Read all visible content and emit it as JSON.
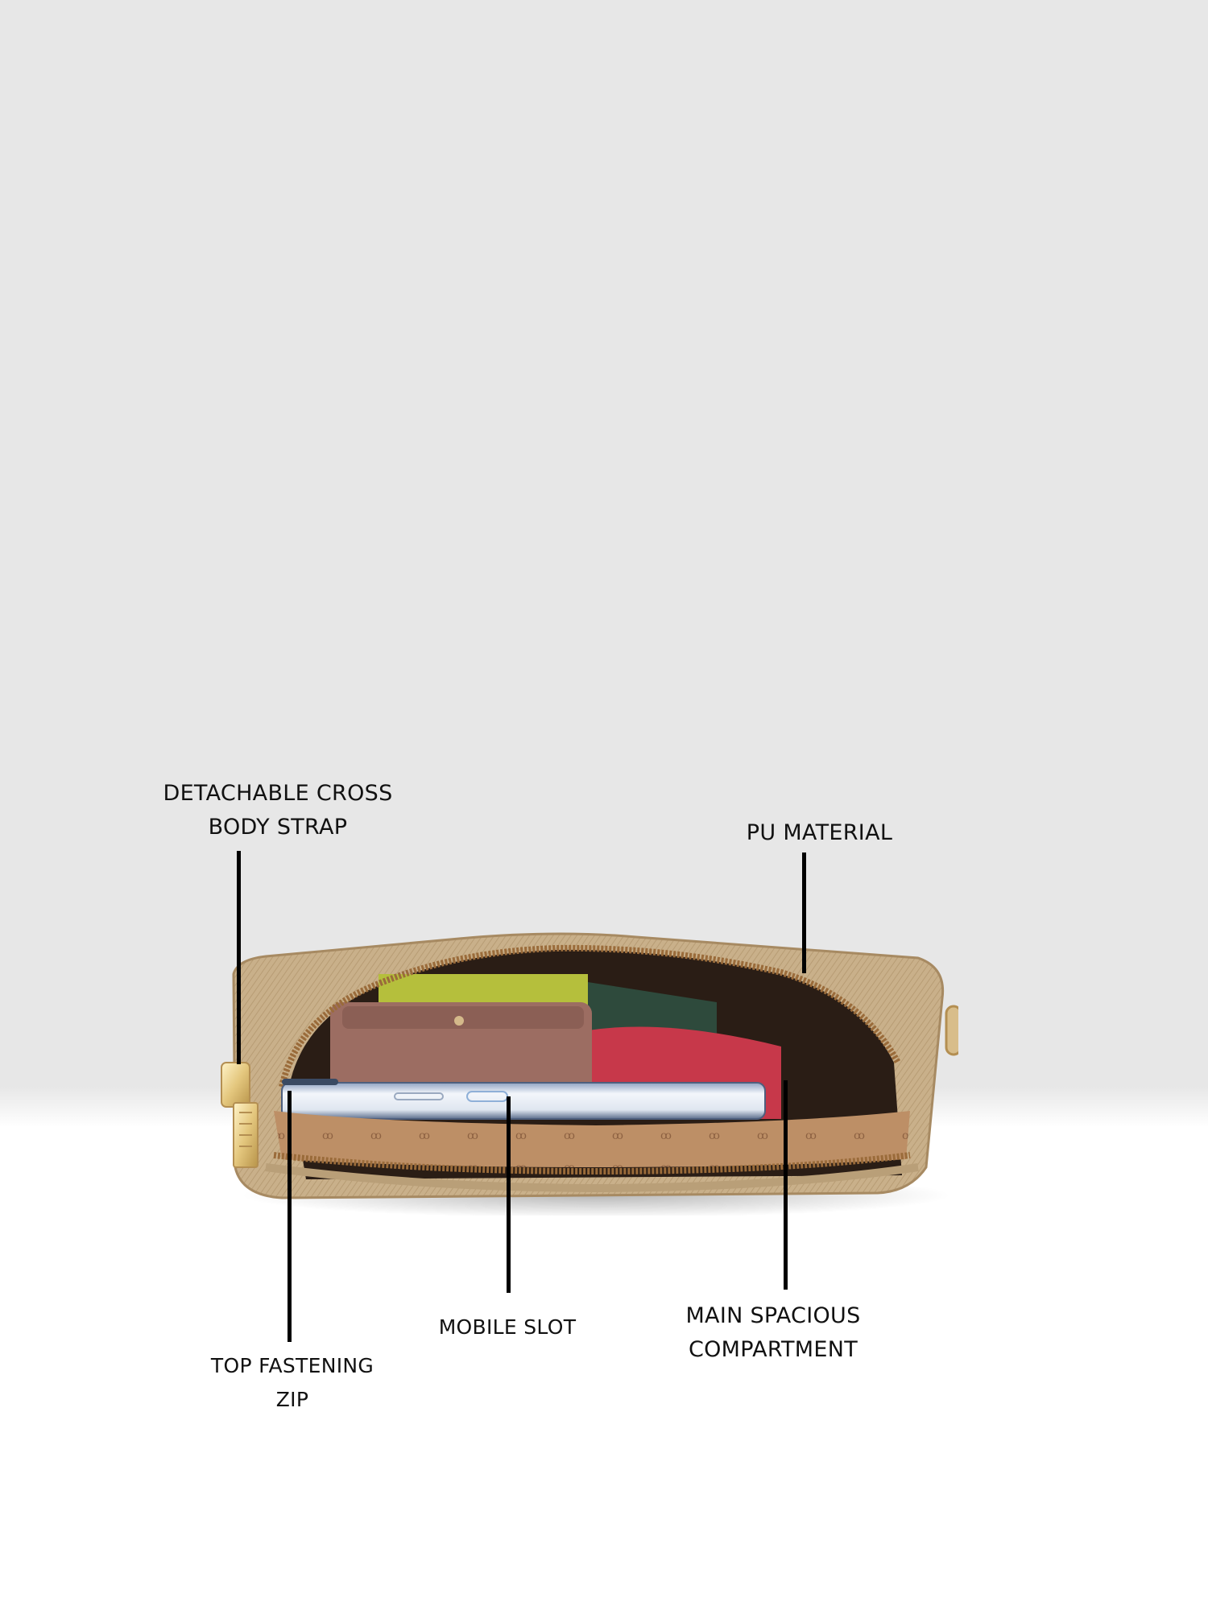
{
  "image": {
    "type": "product-feature-callout",
    "product": "bag",
    "background": {
      "top": "#e7e7e7",
      "bottom": "#ffffff"
    },
    "colors": {
      "bag_body": "#c9b08a",
      "bag_trim": "#b99f78",
      "zipper": "#9a6b3a",
      "wallet": "#9c6d62",
      "phone": "#dfe6f0",
      "lining": "#b98b62",
      "pouch_green": "#b9c23a",
      "pouch_red": "#c7384a",
      "hardware_gold": "#e9d49a",
      "callout_line": "#000000"
    }
  },
  "callouts": [
    {
      "id": "strap",
      "text": "DETACHABLE CROSS\nBODY STRAP"
    },
    {
      "id": "material",
      "text": "PU MATERIAL"
    },
    {
      "id": "zip",
      "text": "TOP FASTENING\nZIP"
    },
    {
      "id": "mobile",
      "text": "MOBILE SLOT"
    },
    {
      "id": "compartment",
      "text": "MAIN SPACIOUS\nCOMPARTMENT"
    }
  ]
}
